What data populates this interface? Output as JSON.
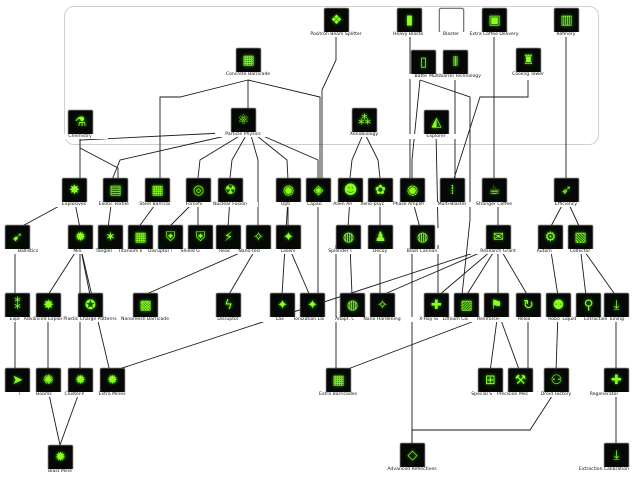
{
  "nodes": [
    {
      "id": "positron_beam_splitter",
      "label": "Positron Beam Splitter",
      "icon": "spark-cluster-icon"
    },
    {
      "id": "heavy_blaster",
      "label": "Heavy Blaster",
      "icon": "blaster-icon"
    },
    {
      "id": "blaster",
      "label": "Blaster",
      "icon": "blank-icon",
      "style": "white"
    },
    {
      "id": "extra_coffee_delivery",
      "label": "Extra Coffee Delivery",
      "icon": "crate-icon"
    },
    {
      "id": "refinery",
      "label": "Refinery",
      "icon": "refinery-icon"
    },
    {
      "id": "concrete_barricade",
      "label": "Concrete Barricade",
      "icon": "barricade-icon"
    },
    {
      "id": "battery",
      "label": "Battery",
      "icon": "battery-icon"
    },
    {
      "id": "multibarrel_technology",
      "label": "Multibarrel Technology",
      "icon": "barrels-icon"
    },
    {
      "id": "cooling_tower",
      "label": "Cooling Tower",
      "icon": "tower-icon"
    },
    {
      "id": "chemistry",
      "label": "Chemistry",
      "icon": "flask-icon"
    },
    {
      "id": "particle_physics",
      "label": "Particle Physics",
      "icon": "atom-icon"
    },
    {
      "id": "xenobiology",
      "label": "Xenobiology",
      "icon": "alien-cells-icon"
    },
    {
      "id": "explorer",
      "label": "Explorer",
      "icon": "explorer-icon"
    },
    {
      "id": "explosives",
      "label": "Explosives",
      "icon": "explosion-icon"
    },
    {
      "id": "exotic_textiles",
      "label": "Exotic Textiles",
      "icon": "textile-icon"
    },
    {
      "id": "steel_barricade",
      "label": "Steel Barricade",
      "icon": "barricade-icon"
    },
    {
      "id": "forcefields",
      "label": "Forcefields",
      "icon": "forcefield-icon"
    },
    {
      "id": "nuclear_fusion",
      "label": "Nuclear Fusion",
      "icon": "radiation-icon"
    },
    {
      "id": "optics",
      "label": "Optics",
      "icon": "lens-icon"
    },
    {
      "id": "capacitor",
      "label": "Capacitor",
      "icon": "capacitor-icon"
    },
    {
      "id": "alien_anatomy",
      "label": "Alien Anatomy",
      "icon": "alien-head-icon"
    },
    {
      "id": "xeno_psychology",
      "label": "Xeno-psychology",
      "icon": "brain-icon"
    },
    {
      "id": "phase_amplifiers",
      "label": "Phase Amplifiers",
      "icon": "eye-icon"
    },
    {
      "id": "multi_blaster",
      "label": "Multi-Blaster",
      "icon": "multi-blaster-icon"
    },
    {
      "id": "stronger_coffee",
      "label": "Stronger Coffee",
      "icon": "coffee-icon"
    },
    {
      "id": "efficiency",
      "label": "Efficiency",
      "icon": "efficiency-icon"
    },
    {
      "id": "ballistics",
      "label": "Ballistics",
      "icon": "ballistics-icon"
    },
    {
      "id": "mines",
      "label": "Mines",
      "icon": "mine-icon"
    },
    {
      "id": "tanglemines",
      "label": "Tanglemines",
      "icon": "tangle-icon"
    },
    {
      "id": "titanium_barricade",
      "label": "Titanium Barricade",
      "icon": "barricade-icon"
    },
    {
      "id": "disruptor_shielding",
      "label": "Disruptor Shielding",
      "icon": "shield-icon"
    },
    {
      "id": "shield_generator",
      "label": "Shield Generator",
      "icon": "shield-icon"
    },
    {
      "id": "reactor",
      "label": "Reactor",
      "icon": "reactor-icon"
    },
    {
      "id": "nano_technology",
      "label": "Nano-technology",
      "icon": "nano-icon"
    },
    {
      "id": "lasers",
      "label": "Lasers",
      "icon": "laser-icon"
    },
    {
      "id": "splender_cannon",
      "label": "Splender Cannon",
      "icon": "cannon-icon"
    },
    {
      "id": "decoy",
      "label": "Decoy",
      "icon": "decoy-icon"
    },
    {
      "id": "blast_cannon",
      "label": "Blast Cannon",
      "icon": "cannon-icon"
    },
    {
      "id": "research_grant",
      "label": "Research Grant",
      "icon": "grant-icon"
    },
    {
      "id": "automation",
      "label": "Automation",
      "icon": "gear-icon"
    },
    {
      "id": "collector",
      "label": "Collector",
      "icon": "collector-icon"
    },
    {
      "id": "explosive_shells",
      "label": "Explosive Shells",
      "icon": "shells-icon"
    },
    {
      "id": "advanced_explosives",
      "label": "Advanced Explosives",
      "icon": "explosion-icon"
    },
    {
      "id": "plastic_charge_patterns",
      "label": "Plastic Charge Patterns",
      "icon": "charge-icon"
    },
    {
      "id": "nanomesh_barricade",
      "label": "Nanomesh Barricade",
      "icon": "mesh-icon"
    },
    {
      "id": "disruptor",
      "label": "Disruptor",
      "icon": "disruptor-icon"
    },
    {
      "id": "laser",
      "label": "Laser",
      "icon": "laser-icon"
    },
    {
      "id": "ionization_laser",
      "label": "Ionization Laser",
      "icon": "laser-icon"
    },
    {
      "id": "adapt_cannon",
      "label": "Adapt. Cannon",
      "icon": "cannon-icon"
    },
    {
      "id": "nano_hardening",
      "label": "Nano Hardening",
      "icon": "nano-icon"
    },
    {
      "id": "x_ray_scanner",
      "label": "X-Ray Scanner",
      "icon": "scanner-icon"
    },
    {
      "id": "lithium_concentrate",
      "label": "Lithium Concentrate",
      "icon": "lithium-icon"
    },
    {
      "id": "reinforcements",
      "label": "Reinforce-ments",
      "icon": "reinforce-icon"
    },
    {
      "id": "reloader",
      "label": "Reloader",
      "icon": "reloader-icon"
    },
    {
      "id": "robotics",
      "label": "Robotics",
      "icon": "robot-icon"
    },
    {
      "id": "liquid_sodium_cooling",
      "label": "Liquid Sodium Cooling",
      "icon": "coolant-icon"
    },
    {
      "id": "extraction_tuning",
      "label": "Extraction Tuning",
      "icon": "extraction-icon"
    },
    {
      "id": "rockets",
      "label": "Rockets",
      "icon": "rocket-icon"
    },
    {
      "id": "boomstick",
      "label": "Boomstick",
      "icon": "boomstick-icon"
    },
    {
      "id": "cluster_mines",
      "label": "Cluster-Mines",
      "icon": "mine-icon"
    },
    {
      "id": "extra_mines",
      "label": "Extra Mines",
      "icon": "mine-icon"
    },
    {
      "id": "extra_barricades",
      "label": "Extra Barricades",
      "icon": "barricade-icon"
    },
    {
      "id": "special_supplies",
      "label": "Special Supplies",
      "icon": "supplies-icon"
    },
    {
      "id": "precision_mechanics",
      "label": "Precision Mechanics",
      "icon": "mechanics-icon"
    },
    {
      "id": "droid_factory",
      "label": "Droid Factory",
      "icon": "droid-icon"
    },
    {
      "id": "regenerator",
      "label": "Regenerator",
      "icon": "regen-icon"
    },
    {
      "id": "blast_mine",
      "label": "Blast Mine",
      "icon": "mine-icon"
    },
    {
      "id": "advanced_reflectives",
      "label": "Advanced Reflectives",
      "icon": "reflective-icon"
    },
    {
      "id": "extraction_calibration",
      "label": "Extraction Calibration",
      "icon": "extraction-icon"
    }
  ],
  "colors": {
    "tile": "#050805",
    "glyph": "#8cff20",
    "line": "#1a1a1a",
    "frame": "#cfcfcf"
  }
}
